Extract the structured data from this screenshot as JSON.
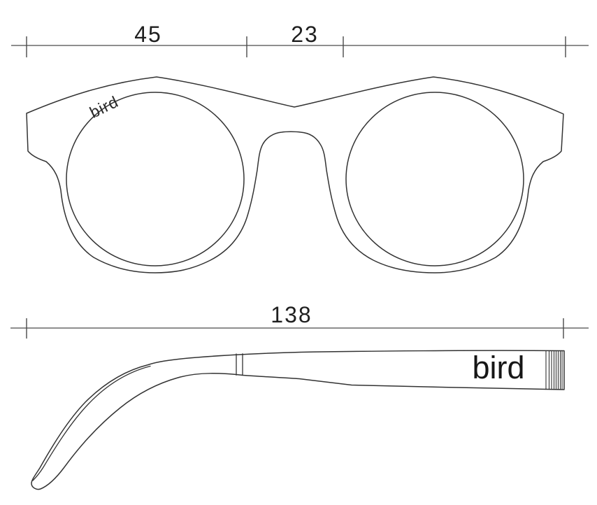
{
  "drawing": {
    "brand": "bird",
    "dimensions": {
      "lens_width": "45",
      "bridge_width": "23",
      "temple_length": "138"
    }
  },
  "colors": {
    "line": "#333333",
    "dimension_line": "#4a4a4a",
    "text": "#1f1f1f",
    "background": "#ffffff"
  }
}
